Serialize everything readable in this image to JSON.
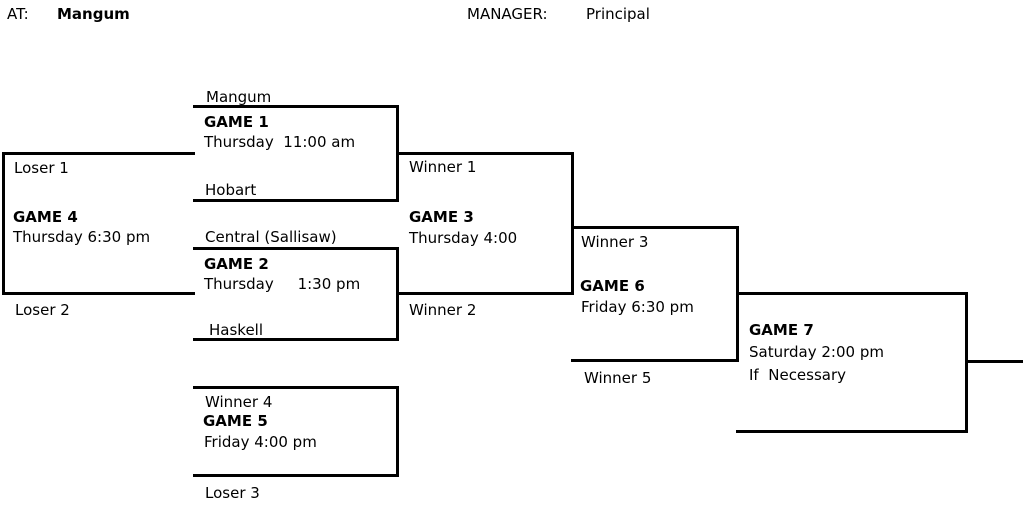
{
  "header": {
    "at_label": "AT:",
    "at_value": "Mangum",
    "manager_label": "MANAGER:",
    "manager_value": "Principal"
  },
  "bracket": {
    "game1": {
      "title": "GAME 1",
      "time": "Thursday  11:00 am",
      "top_team": "Mangum",
      "bottom_team": "Hobart"
    },
    "game2": {
      "title": "GAME 2",
      "time": "Thursday     1:30 pm",
      "top_team": "Central (Sallisaw)",
      "bottom_team": "Haskell"
    },
    "game3": {
      "title": "GAME 3",
      "time": "Thursday 4:00",
      "top_slot": "Winner 1",
      "bottom_slot": "Winner 2"
    },
    "game4": {
      "title": "GAME 4",
      "time": "Thursday 6:30 pm",
      "top_slot": "Loser 1",
      "bottom_slot": "Loser 2"
    },
    "game5": {
      "title": "GAME 5",
      "time": "Friday 4:00 pm",
      "top_slot": "Winner 4",
      "bottom_slot": "Loser 3"
    },
    "game6": {
      "title": "GAME 6",
      "time": "Friday 6:30 pm",
      "top_slot": "Winner 3",
      "bottom_slot": "Winner 5"
    },
    "game7": {
      "title": "GAME 7",
      "time": "Saturday 2:00 pm",
      "note": "If  Necessary"
    }
  },
  "colors": {
    "line": "#000000",
    "text": "#000000",
    "background": "#ffffff"
  }
}
